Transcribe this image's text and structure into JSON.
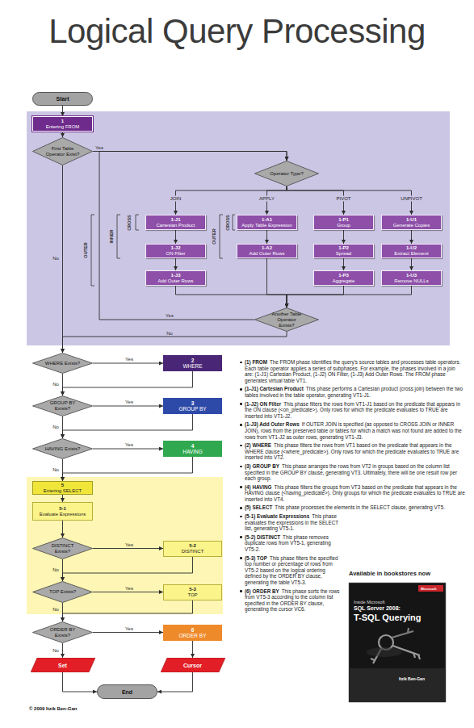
{
  "diagram": {
    "title": "Logical Query Processing",
    "nodes": [
      {
        "text": [
          "Start"
        ]
      },
      {
        "text": [
          "1",
          "Entering FROM"
        ]
      },
      {
        "text": [
          "First Table Operator Exist?"
        ]
      },
      {
        "text": [
          "Operator Type?"
        ]
      },
      {
        "text": [
          "1-J1",
          "Cartesian Product"
        ]
      },
      {
        "text": [
          "1-J2",
          "ON Filter"
        ]
      },
      {
        "text": [
          "1-J3",
          "Add Outer Rows"
        ]
      },
      {
        "text": [
          "1-A1",
          "Apply Table Expression"
        ]
      },
      {
        "text": [
          "1-A2",
          "Add Outer Rows"
        ]
      },
      {
        "text": [
          "1-P1",
          "Group"
        ]
      },
      {
        "text": [
          "1-P2",
          "Spread"
        ]
      },
      {
        "text": [
          "1-P3",
          "Aggregate"
        ]
      },
      {
        "text": [
          "1-U1",
          "Generate Copies"
        ]
      },
      {
        "text": [
          "1-U2",
          "Extract Element"
        ]
      },
      {
        "text": [
          "1-U3",
          "Remove NULLs"
        ]
      },
      {
        "text": [
          "Another Table Operator Exists?"
        ]
      },
      {
        "text": [
          "WHERE Exists?"
        ]
      },
      {
        "text": [
          "2",
          "WHERE"
        ]
      },
      {
        "text": [
          "GROUP BY Exists?"
        ]
      },
      {
        "text": [
          "3",
          "GROUP BY"
        ]
      },
      {
        "text": [
          "HAVING Exists?"
        ]
      },
      {
        "text": [
          "4",
          "HAVING"
        ]
      },
      {
        "text": [
          "5",
          "Entering SELECT"
        ]
      },
      {
        "text": [
          "5-1",
          "Evaluate Expressions"
        ]
      },
      {
        "text": [
          "DISTINCT Exists?"
        ]
      },
      {
        "text": [
          "5-2",
          "DISTINCT"
        ]
      },
      {
        "text": [
          "TOP Exists?"
        ]
      },
      {
        "text": [
          "5-3",
          "TOP"
        ]
      },
      {
        "text": [
          "ORDER BY Exists?"
        ]
      },
      {
        "text": [
          "6",
          "ORDER BY"
        ]
      },
      {
        "text": [
          "Set"
        ]
      },
      {
        "text": [
          "Cursor"
        ]
      },
      {
        "text": [
          "End"
        ]
      }
    ],
    "edges": [
      {
        "from": 0,
        "to": 1,
        "arrow": "to"
      },
      {
        "from": 1,
        "to": 2,
        "arrow": "to"
      },
      {
        "from": 2,
        "to": 3,
        "label": "Yes",
        "arrow": "to"
      },
      {
        "from": 3,
        "to": 4,
        "label": "JOIN",
        "arrow": "to"
      },
      {
        "from": 3,
        "to": 7,
        "label": "APPLY",
        "arrow": "to"
      },
      {
        "from": 3,
        "to": 9,
        "label": "PIVOT",
        "arrow": "to"
      },
      {
        "from": 3,
        "to": 12,
        "label": "UNPIVOT",
        "arrow": "to"
      },
      {
        "from": 4,
        "to": 5,
        "arrow": "to"
      },
      {
        "from": 5,
        "to": 6,
        "arrow": "to"
      },
      {
        "from": 7,
        "to": 8,
        "arrow": "to"
      },
      {
        "from": 9,
        "to": 10,
        "arrow": "to"
      },
      {
        "from": 10,
        "to": 11,
        "arrow": "to"
      },
      {
        "from": 12,
        "to": 13,
        "arrow": "to"
      },
      {
        "from": 13,
        "to": 14,
        "arrow": "to"
      },
      {
        "from": 6,
        "to": 15,
        "arrow": "to"
      },
      {
        "from": 8,
        "to": 15,
        "arrow": "to"
      },
      {
        "from": 11,
        "to": 15,
        "arrow": "to"
      },
      {
        "from": 14,
        "to": 15,
        "arrow": "to"
      },
      {
        "from": 15,
        "to": 3,
        "label": "Yes",
        "arrow": "to"
      },
      {
        "from": 15,
        "to": 16,
        "label": "No",
        "arrow": "to"
      },
      {
        "from": 2,
        "to": 16,
        "label": "No",
        "arrow": "to"
      },
      {
        "from": 16,
        "to": 17,
        "label": "Yes",
        "arrow": "to"
      },
      {
        "from": 16,
        "to": 18,
        "label": "No",
        "arrow": "to"
      },
      {
        "from": 17,
        "to": 18,
        "arrow": "to"
      },
      {
        "from": 18,
        "to": 19,
        "label": "Yes",
        "arrow": "to"
      },
      {
        "from": 18,
        "to": 20,
        "label": "No",
        "arrow": "to"
      },
      {
        "from": 19,
        "to": 20,
        "arrow": "to"
      },
      {
        "from": 20,
        "to": 21,
        "label": "Yes",
        "arrow": "to"
      },
      {
        "from": 20,
        "to": 22,
        "label": "No",
        "arrow": "to"
      },
      {
        "from": 21,
        "to": 22,
        "arrow": "to"
      },
      {
        "from": 22,
        "to": 23,
        "arrow": "to"
      },
      {
        "from": 23,
        "to": 24,
        "arrow": "to"
      },
      {
        "from": 24,
        "to": 25,
        "label": "Yes",
        "arrow": "to"
      },
      {
        "from": 24,
        "to": 26,
        "label": "No",
        "arrow": "to"
      },
      {
        "from": 25,
        "to": 26,
        "arrow": "to"
      },
      {
        "from": 26,
        "to": 27,
        "label": "Yes",
        "arrow": "to"
      },
      {
        "from": 26,
        "to": 28,
        "label": "No",
        "arrow": "to"
      },
      {
        "from": 27,
        "to": 28,
        "arrow": "to"
      },
      {
        "from": 28,
        "to": 29,
        "label": "Yes",
        "arrow": "to"
      },
      {
        "from": 28,
        "to": 30,
        "label": "No",
        "arrow": "to"
      },
      {
        "from": 29,
        "to": 31,
        "arrow": "to"
      },
      {
        "from": 30,
        "to": 32,
        "arrow": "to"
      },
      {
        "from": 31,
        "to": 32,
        "arrow": "to"
      }
    ],
    "labels": [
      "CROSS",
      "INNER",
      "OUTER",
      "CROSS",
      "OUTER",
      "(1) FROM",
      "The FROM phase identifies the query's source tables and processes table operators. Each table operator applies a series of subphases. For example, the phases involved in a join are: (1-J1) Cartesian Product, (1-J2) ON Filter, (1-J3) Add Outer Rows. The FROM phase generates virtual table VT1.",
      "(1-J1) Cartesian Product",
      "This phase performs a Cartesian product (cross join) between the two tables involved in the table operator, generating VT1-J1.",
      "(1-J2) ON Filter",
      "This phase filters the rows from VT1-J1 based on the predicate that appears in the ON clause (<on_predicate>). Only rows for which the predicate evaluates to TRUE are inserted into VT1-J2.",
      "(1-J3) Add Outer Rows",
      "If OUTER JOIN is specified (as opposed to CROSS JOIN or INNER JOIN), rows from the preserved table or tables for which a match was not found are added to the rows from VT1-J2 as outer rows, generating VT1-J3.",
      "(2) WHERE",
      "This phase filters the rows from VT1 based on the predicate that appears in the WHERE clause (<where_predicate>). Only rows for which the predicate evaluates to TRUE are inserted into VT2.",
      "(3) GROUP BY",
      "This phase arranges the rows from VT2 in groups based on the column list specified in the GROUP BY clause, generating VT3. Ultimately, there will be one result row per each group.",
      "(4) HAVING",
      "This phase filters the groups from VT3 based on the predicate that appears in the HAVING clause (<having_predicate>). Only groups for which the predicate evaluates to TRUE are inserted into VT4.",
      "(5) SELECT",
      "This phase processes the elements in the SELECT clause, generating VT5.",
      "(5-1) Evaluate Expressions",
      "This phase evaluates the expressions in the SELECT list, generating VT5-1.",
      "(5-2) DISTINCT",
      "This phase removes duplicate rows from VT5-1, generating VT5-2.",
      "(5-3) TOP",
      "This phase filters the specified top number or percentage of rows from VT5-2 based on the logical ordering defined by the ORDER BY clause, generating the table VT5-3.",
      "(6) ORDER BY",
      "This phase sorts the rows from VT5-3 according to the column list specified in the ORDER BY clause, generating the cursor VC6.",
      "Available in bookstores now",
      "Microsoft",
      "Inside Microsoft",
      "SQL Server 2008:",
      "T-SQL Querying",
      "Itzik Ben-Gan",
      "© 2009 Itzik Ben-Gan"
    ]
  }
}
